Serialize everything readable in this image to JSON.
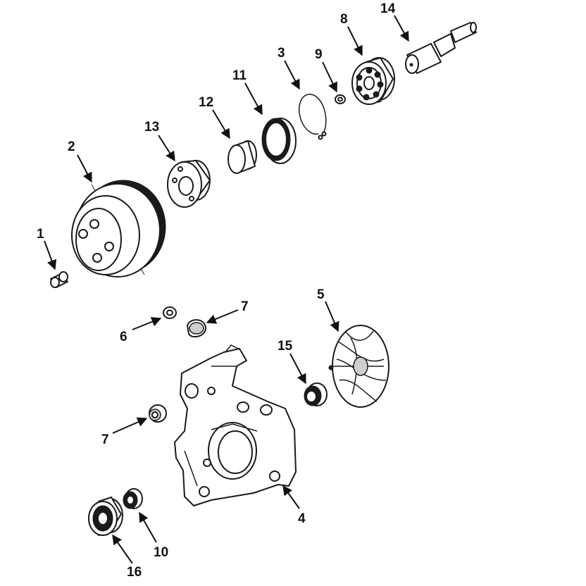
{
  "callouts": [
    {
      "label": "1"
    },
    {
      "label": "2"
    },
    {
      "label": "13"
    },
    {
      "label": "12"
    },
    {
      "label": "11"
    },
    {
      "label": "3"
    },
    {
      "label": "9"
    },
    {
      "label": "8"
    },
    {
      "label": "14"
    },
    {
      "label": "6"
    },
    {
      "label": "7"
    },
    {
      "label": "5"
    },
    {
      "label": "15"
    },
    {
      "label": "7"
    },
    {
      "label": "4"
    },
    {
      "label": "10"
    },
    {
      "label": "16"
    }
  ]
}
